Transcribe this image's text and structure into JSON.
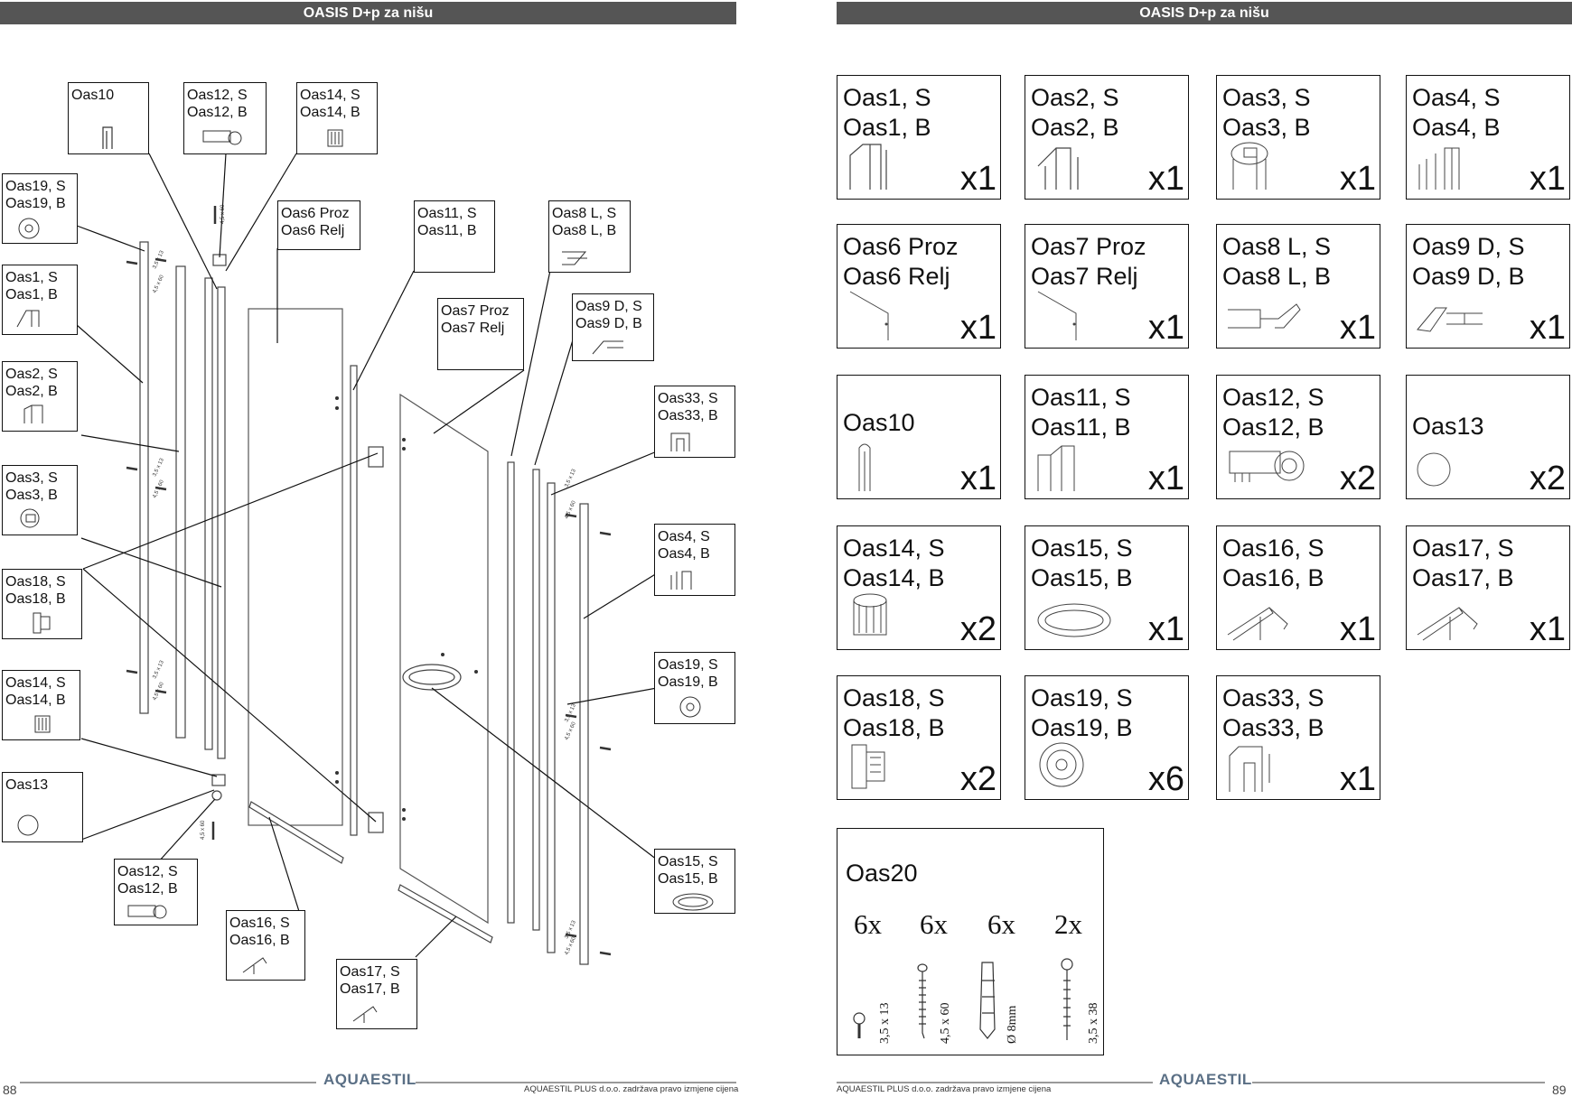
{
  "headers": {
    "left": "OASIS D+p za nišu",
    "right": "OASIS D+p za nišu"
  },
  "exploded_labels": [
    {
      "id": "oas10",
      "l1": "Oas10",
      "l2": ""
    },
    {
      "id": "oas12-top",
      "l1": "Oas12, S",
      "l2": "Oas12, B"
    },
    {
      "id": "oas14-top",
      "l1": "Oas14, S",
      "l2": "Oas14, B"
    },
    {
      "id": "oas19-left",
      "l1": "Oas19, S",
      "l2": "Oas19, B"
    },
    {
      "id": "oas6",
      "l1": "Oas6 Proz",
      "l2": "Oas6 Relj"
    },
    {
      "id": "oas11",
      "l1": "Oas11, S",
      "l2": "Oas11, B"
    },
    {
      "id": "oas8",
      "l1": "Oas8 L, S",
      "l2": "Oas8 L, B"
    },
    {
      "id": "oas1",
      "l1": "Oas1, S",
      "l2": "Oas1, B"
    },
    {
      "id": "oas9",
      "l1": "Oas9 D, S",
      "l2": "Oas9 D, B"
    },
    {
      "id": "oas7",
      "l1": "Oas7 Proz",
      "l2": "Oas7 Relj"
    },
    {
      "id": "oas2",
      "l1": "Oas2, S",
      "l2": "Oas2, B"
    },
    {
      "id": "oas33",
      "l1": "Oas33, S",
      "l2": "Oas33, B"
    },
    {
      "id": "oas3",
      "l1": "Oas3, S",
      "l2": "Oas3, B"
    },
    {
      "id": "oas4",
      "l1": "Oas4, S",
      "l2": "Oas4, B"
    },
    {
      "id": "oas18",
      "l1": "Oas18, S",
      "l2": "Oas18, B"
    },
    {
      "id": "oas19-right",
      "l1": "Oas19, S",
      "l2": "Oas19, B"
    },
    {
      "id": "oas14-left",
      "l1": "Oas14, S",
      "l2": "Oas14, B"
    },
    {
      "id": "oas13",
      "l1": "Oas13",
      "l2": ""
    },
    {
      "id": "oas15",
      "l1": "Oas15, S",
      "l2": "Oas15, B"
    },
    {
      "id": "oas12-bottom",
      "l1": "Oas12, S",
      "l2": "Oas12, B"
    },
    {
      "id": "oas16",
      "l1": "Oas16, S",
      "l2": "Oas16, B"
    },
    {
      "id": "oas17",
      "l1": "Oas17, S",
      "l2": "Oas17, B"
    }
  ],
  "screw_marks": {
    "a": "3,5 x 13",
    "b": "4,5 x 60"
  },
  "parts": [
    {
      "id": "oas1",
      "l1": "Oas1, S",
      "l2": "Oas1, B",
      "qty": "x1"
    },
    {
      "id": "oas2",
      "l1": "Oas2, S",
      "l2": "Oas2, B",
      "qty": "x1"
    },
    {
      "id": "oas3",
      "l1": "Oas3, S",
      "l2": "Oas3, B",
      "qty": "x1"
    },
    {
      "id": "oas4",
      "l1": "Oas4, S",
      "l2": "Oas4, B",
      "qty": "x1"
    },
    {
      "id": "oas6",
      "l1": "Oas6 Proz",
      "l2": "Oas6 Relj",
      "qty": "x1"
    },
    {
      "id": "oas7",
      "l1": "Oas7 Proz",
      "l2": "Oas7 Relj",
      "qty": "x1"
    },
    {
      "id": "oas8",
      "l1": "Oas8 L, S",
      "l2": "Oas8 L, B",
      "qty": "x1"
    },
    {
      "id": "oas9",
      "l1": "Oas9 D, S",
      "l2": "Oas9 D, B",
      "qty": "x1"
    },
    {
      "id": "oas10",
      "l1": "Oas10",
      "l2": "",
      "qty": "x1"
    },
    {
      "id": "oas11",
      "l1": "Oas11, S",
      "l2": "Oas11, B",
      "qty": "x1"
    },
    {
      "id": "oas12",
      "l1": "Oas12, S",
      "l2": "Oas12, B",
      "qty": "x2"
    },
    {
      "id": "oas13",
      "l1": "Oas13",
      "l2": "",
      "qty": "x2"
    },
    {
      "id": "oas14",
      "l1": "Oas14, S",
      "l2": "Oas14, B",
      "qty": "x2"
    },
    {
      "id": "oas15",
      "l1": "Oas15, S",
      "l2": "Oas15, B",
      "qty": "x1"
    },
    {
      "id": "oas16",
      "l1": "Oas16, S",
      "l2": "Oas16, B",
      "qty": "x1"
    },
    {
      "id": "oas17",
      "l1": "Oas17, S",
      "l2": "Oas17, B",
      "qty": "x1"
    },
    {
      "id": "oas18",
      "l1": "Oas18, S",
      "l2": "Oas18, B",
      "qty": "x2"
    },
    {
      "id": "oas19",
      "l1": "Oas19, S",
      "l2": "Oas19, B",
      "qty": "x6"
    },
    {
      "id": "oas33",
      "l1": "Oas33, S",
      "l2": "Oas33, B",
      "qty": "x1"
    }
  ],
  "hardware": {
    "title": "Oas20",
    "items": [
      {
        "count": "6x",
        "size": "3,5 x 13"
      },
      {
        "count": "6x",
        "size": "4,5 x 60"
      },
      {
        "count": "6x",
        "size": "Ø 8mm"
      },
      {
        "count": "2x",
        "size": "3,5 x 38"
      }
    ]
  },
  "footer": {
    "left_page": "88",
    "right_page": "89",
    "brand": "AQUAESTIL",
    "notice": "AQUAESTIL PLUS d.o.o. zadržava pravo izmjene cijena"
  }
}
